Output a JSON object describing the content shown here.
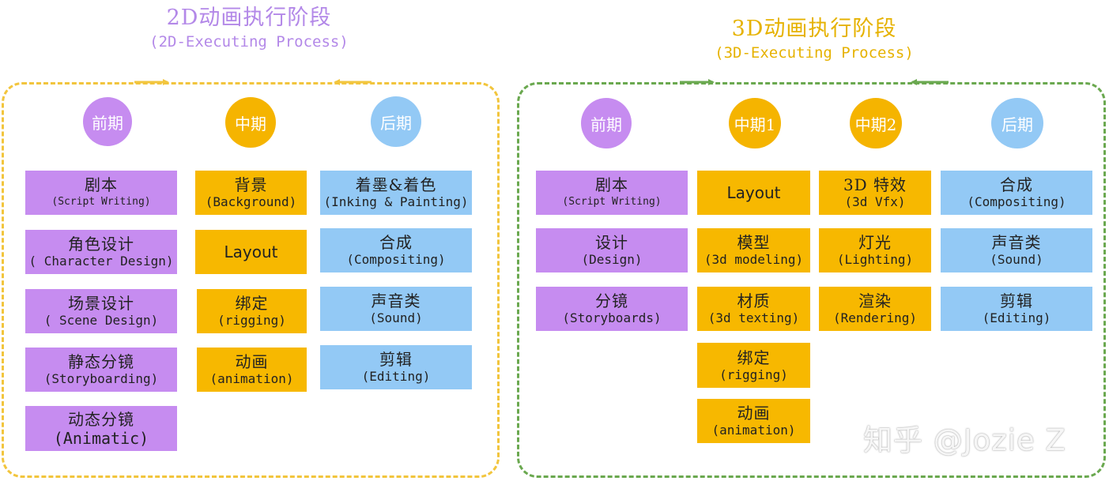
{
  "titles": {
    "t2d_zh": "2D动画执行阶段",
    "t2d_en": "(2D-Executing Process)",
    "t3d_zh": "3D动画执行阶段",
    "t3d_en": "(3D-Executing Process)"
  },
  "colors": {
    "purple": "#c68cf0",
    "orange": "#f7b800",
    "blue": "#93c9f5",
    "border_2d": "#f2c53d",
    "border_3d": "#6aa84f"
  },
  "stages2d": {
    "pre": "前期",
    "mid": "中期",
    "post": "后期"
  },
  "boxes2d": {
    "pre": [
      {
        "zh": "剧本",
        "en": "(Script Writing)"
      },
      {
        "zh": "角色设计",
        "en": "( Character Design)"
      },
      {
        "zh": "场景设计",
        "en": "( Scene Design)"
      },
      {
        "zh": "静态分镜",
        "en": "(Storyboarding)"
      },
      {
        "zh": "动态分镜",
        "en": "(Animatic)"
      }
    ],
    "mid": [
      {
        "zh": "背景",
        "en": "(Background)"
      },
      {
        "label": "Layout"
      },
      {
        "zh": "绑定",
        "en": "(rigging)"
      },
      {
        "zh": "动画",
        "en": "(animation)"
      }
    ],
    "post": [
      {
        "zh": "着墨&着色",
        "en": "(Inking & Painting)"
      },
      {
        "zh": "合成",
        "en": "(Compositing)"
      },
      {
        "zh": "声音类",
        "en": "(Sound)"
      },
      {
        "zh": "剪辑",
        "en": "(Editing)"
      }
    ]
  },
  "stages3d": {
    "pre": "前期",
    "mid1": "中期1",
    "mid2": "中期2",
    "post": "后期"
  },
  "boxes3d": {
    "pre": [
      {
        "zh": "剧本",
        "en": "(Script Writing)"
      },
      {
        "zh": "设计",
        "en": "(Design)"
      },
      {
        "zh": "分镜",
        "en": "(Storyboards)"
      }
    ],
    "mid1": [
      {
        "label": "Layout"
      },
      {
        "zh": "模型",
        "en": "(3d modeling)"
      },
      {
        "zh": "材质",
        "en": "(3d texting)"
      },
      {
        "zh": "绑定",
        "en": "(rigging)"
      },
      {
        "zh": "动画",
        "en": "(animation)"
      }
    ],
    "mid2": [
      {
        "zh": "3D 特效",
        "en": "(3d Vfx)"
      },
      {
        "zh": "灯光",
        "en": "(Lighting)"
      },
      {
        "zh": "渲染",
        "en": "(Rendering)"
      }
    ],
    "post": [
      {
        "zh": "合成",
        "en": "(Compositing)"
      },
      {
        "zh": "声音类",
        "en": "(Sound)"
      },
      {
        "zh": "剪辑",
        "en": "(Editing)"
      }
    ]
  },
  "watermark": "知乎 @Jozie Z"
}
